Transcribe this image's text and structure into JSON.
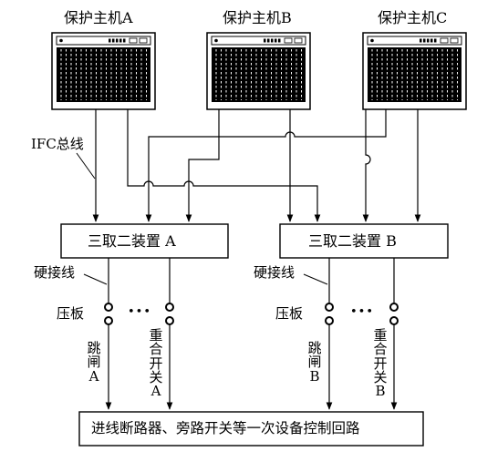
{
  "hosts": [
    {
      "label": "保护主机A"
    },
    {
      "label": "保护主机B"
    },
    {
      "label": "保护主机C"
    }
  ],
  "labels": {
    "bus": "IFC总线",
    "hardwire_a": "硬接线",
    "hardwire_b": "硬接线",
    "plate_a": "压板",
    "plate_b": "压板",
    "dots_a": "•••",
    "dots_b": "•••"
  },
  "voters": [
    {
      "label": "三取二装置 A"
    },
    {
      "label": "三取二装置 B"
    }
  ],
  "outputs": {
    "trip_a": "跳闸A",
    "reclose_a": "重合开关A",
    "trip_b": "跳闸B",
    "reclose_b": "重合开关B"
  },
  "bottom": {
    "label": "进线断路器、旁路开关等一次设备控制回路"
  }
}
